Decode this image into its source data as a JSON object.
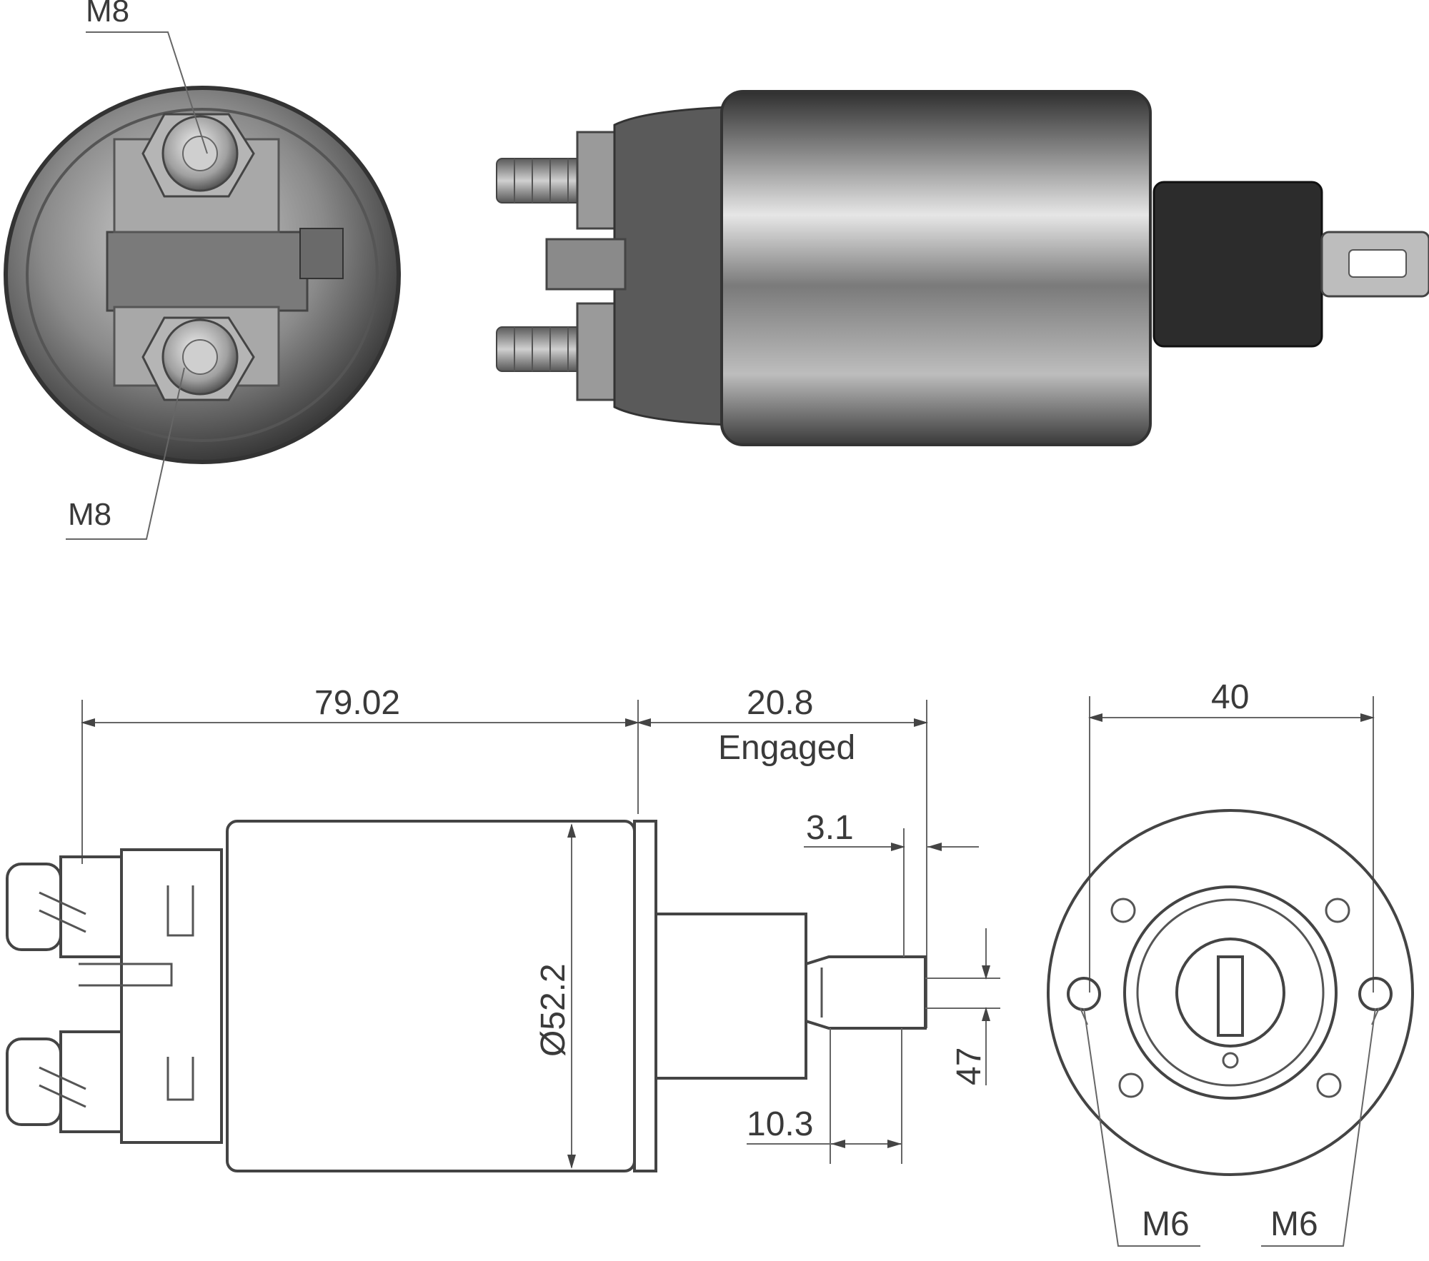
{
  "photos": {
    "end_view_top_thread": "M8",
    "end_view_bottom_thread": "M8"
  },
  "drawing": {
    "body_length": "79.02",
    "engaged_travel": "20.8",
    "engaged_label": "Engaged",
    "tab_offset": "3.1",
    "plunger_offset": "10.3",
    "body_diameter": "Ø52.2",
    "slot_dimension": "47",
    "flange_width": "40",
    "mount_thread_left": "M6",
    "mount_thread_right": "M6"
  },
  "colors": {
    "line": "#555555",
    "text": "#3a3a3a",
    "metal_dark": "#4a4a4a",
    "metal_light": "#c8c8c8",
    "boot": "#2a2a2a"
  }
}
